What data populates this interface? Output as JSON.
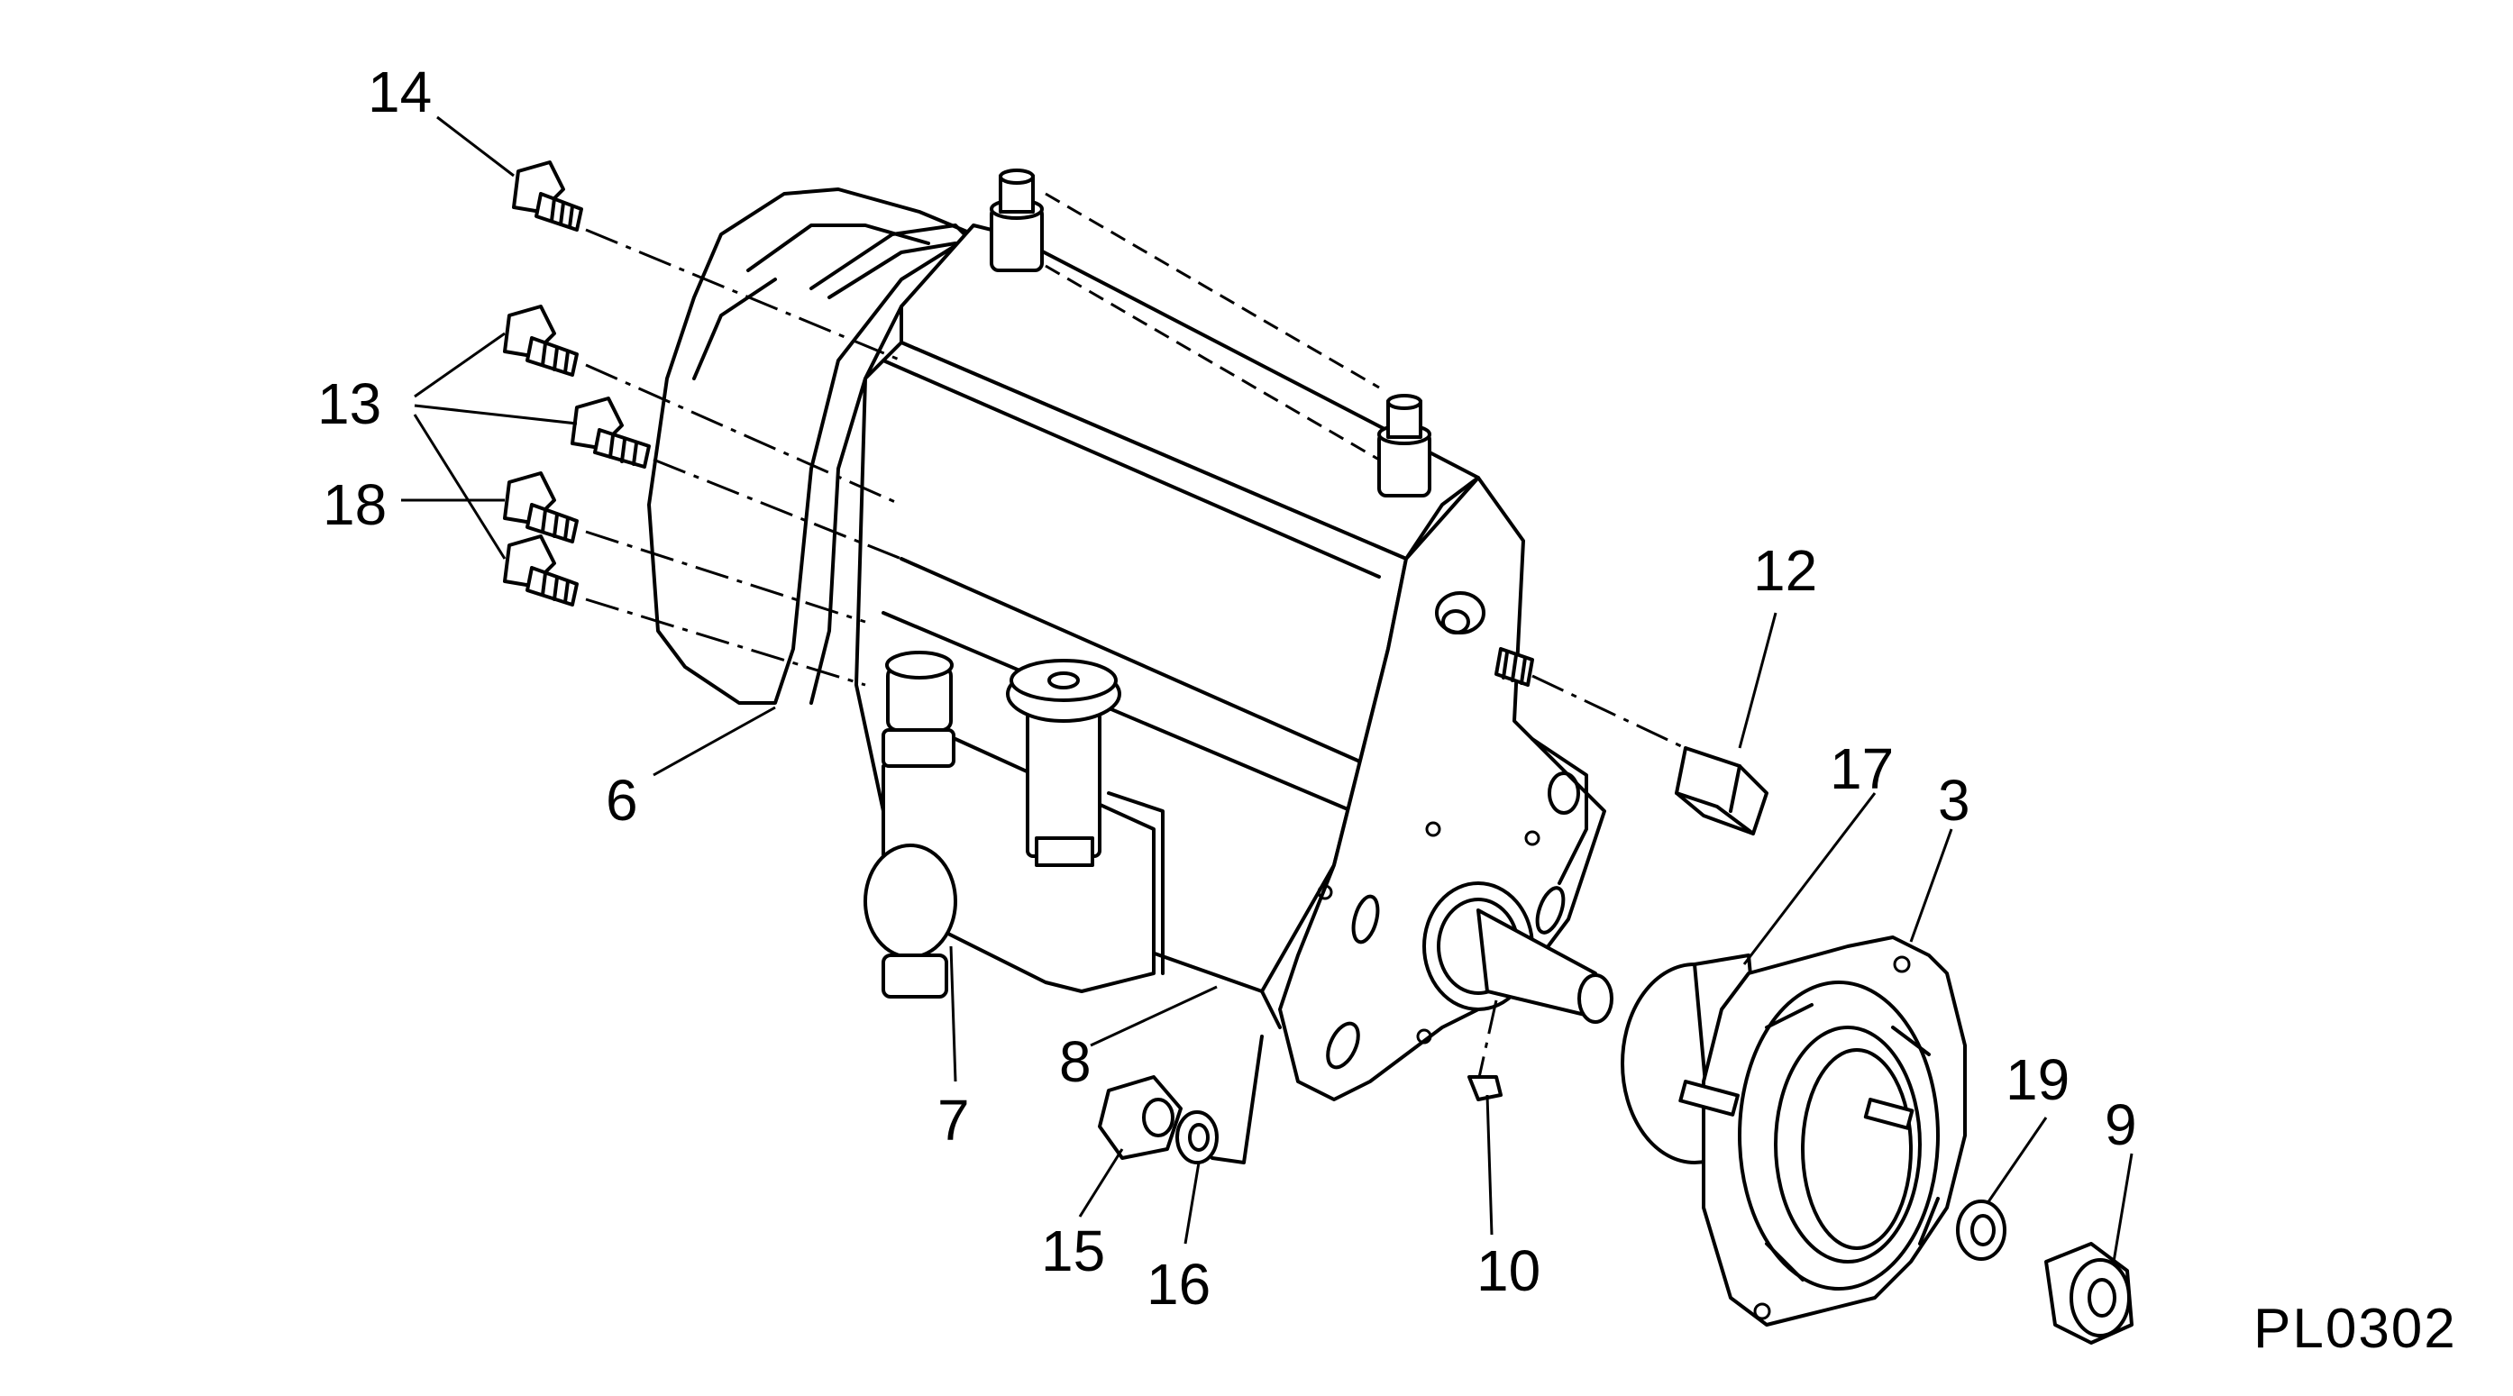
{
  "figure": {
    "reference_code": "PL0302",
    "callouts": {
      "c14": "14",
      "c13": "13",
      "c18": "18",
      "c6": "6",
      "c7": "7",
      "c8": "8",
      "c12": "12",
      "c17": "17",
      "c3": "3",
      "c15": "15",
      "c16": "16",
      "c10": "10",
      "c19": "19",
      "c9": "9"
    }
  }
}
